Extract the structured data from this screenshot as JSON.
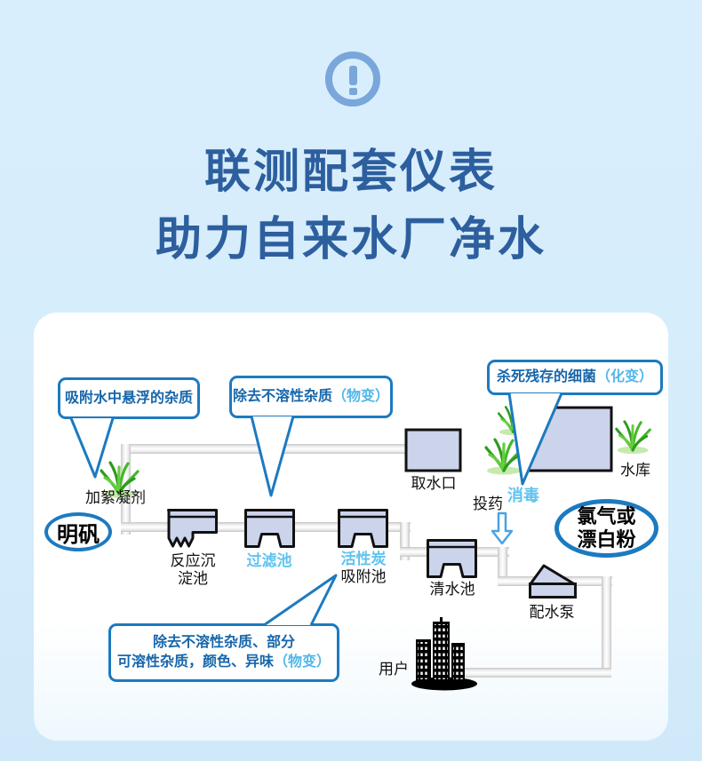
{
  "header": {
    "icon": "exclamation-circle-icon",
    "title_line1": "联测配套仪表",
    "title_line2": "助力自来水厂净水"
  },
  "diagram": {
    "callouts": {
      "absorb": {
        "text": "吸附水中悬浮的杂质"
      },
      "insoluble": {
        "text": "除去不溶性杂质",
        "note": "（物变）"
      },
      "kill": {
        "text": "杀死残存的细菌",
        "note": "（化变）"
      },
      "remove": {
        "line1": "除去不溶性杂质、部分",
        "line2": "可溶性杂质，颜色、异味",
        "note": "（物变）"
      }
    },
    "ovals": {
      "alum": "明矾",
      "chlorine_line1": "氯气或",
      "chlorine_line2": "漂白粉"
    },
    "labels": {
      "flocculant": "加絮凝剂",
      "intake": "取水口",
      "reservoir": "水库",
      "disinfect": "消毒",
      "dosing": "投药",
      "reaction_line1": "反应沉",
      "reaction_line2": "淀池",
      "filter": "过滤池",
      "carbon_line1": "活性炭",
      "carbon_line2": "吸附池",
      "clear": "清水池",
      "pump": "配水泵",
      "users": "用户"
    },
    "icons": {
      "plant": "grass-icon",
      "city": "buildings-icon",
      "dosing_arrow": "down-arrow-icon"
    },
    "colors": {
      "background": "#d7edfb",
      "card": "#ffffff",
      "title": "#2d5f9e",
      "callout_border": "#1c7ac0",
      "callout_text": "#1766aa",
      "note_blue": "#54b7e8",
      "label_blue": "#5fc3f0",
      "tank_fill": "#ccd4ec",
      "outline": "#111111",
      "pipe_gray": "#c6c6c6",
      "grass_green": "#2f9b1d",
      "icon_blue": "#7aa6db"
    }
  }
}
